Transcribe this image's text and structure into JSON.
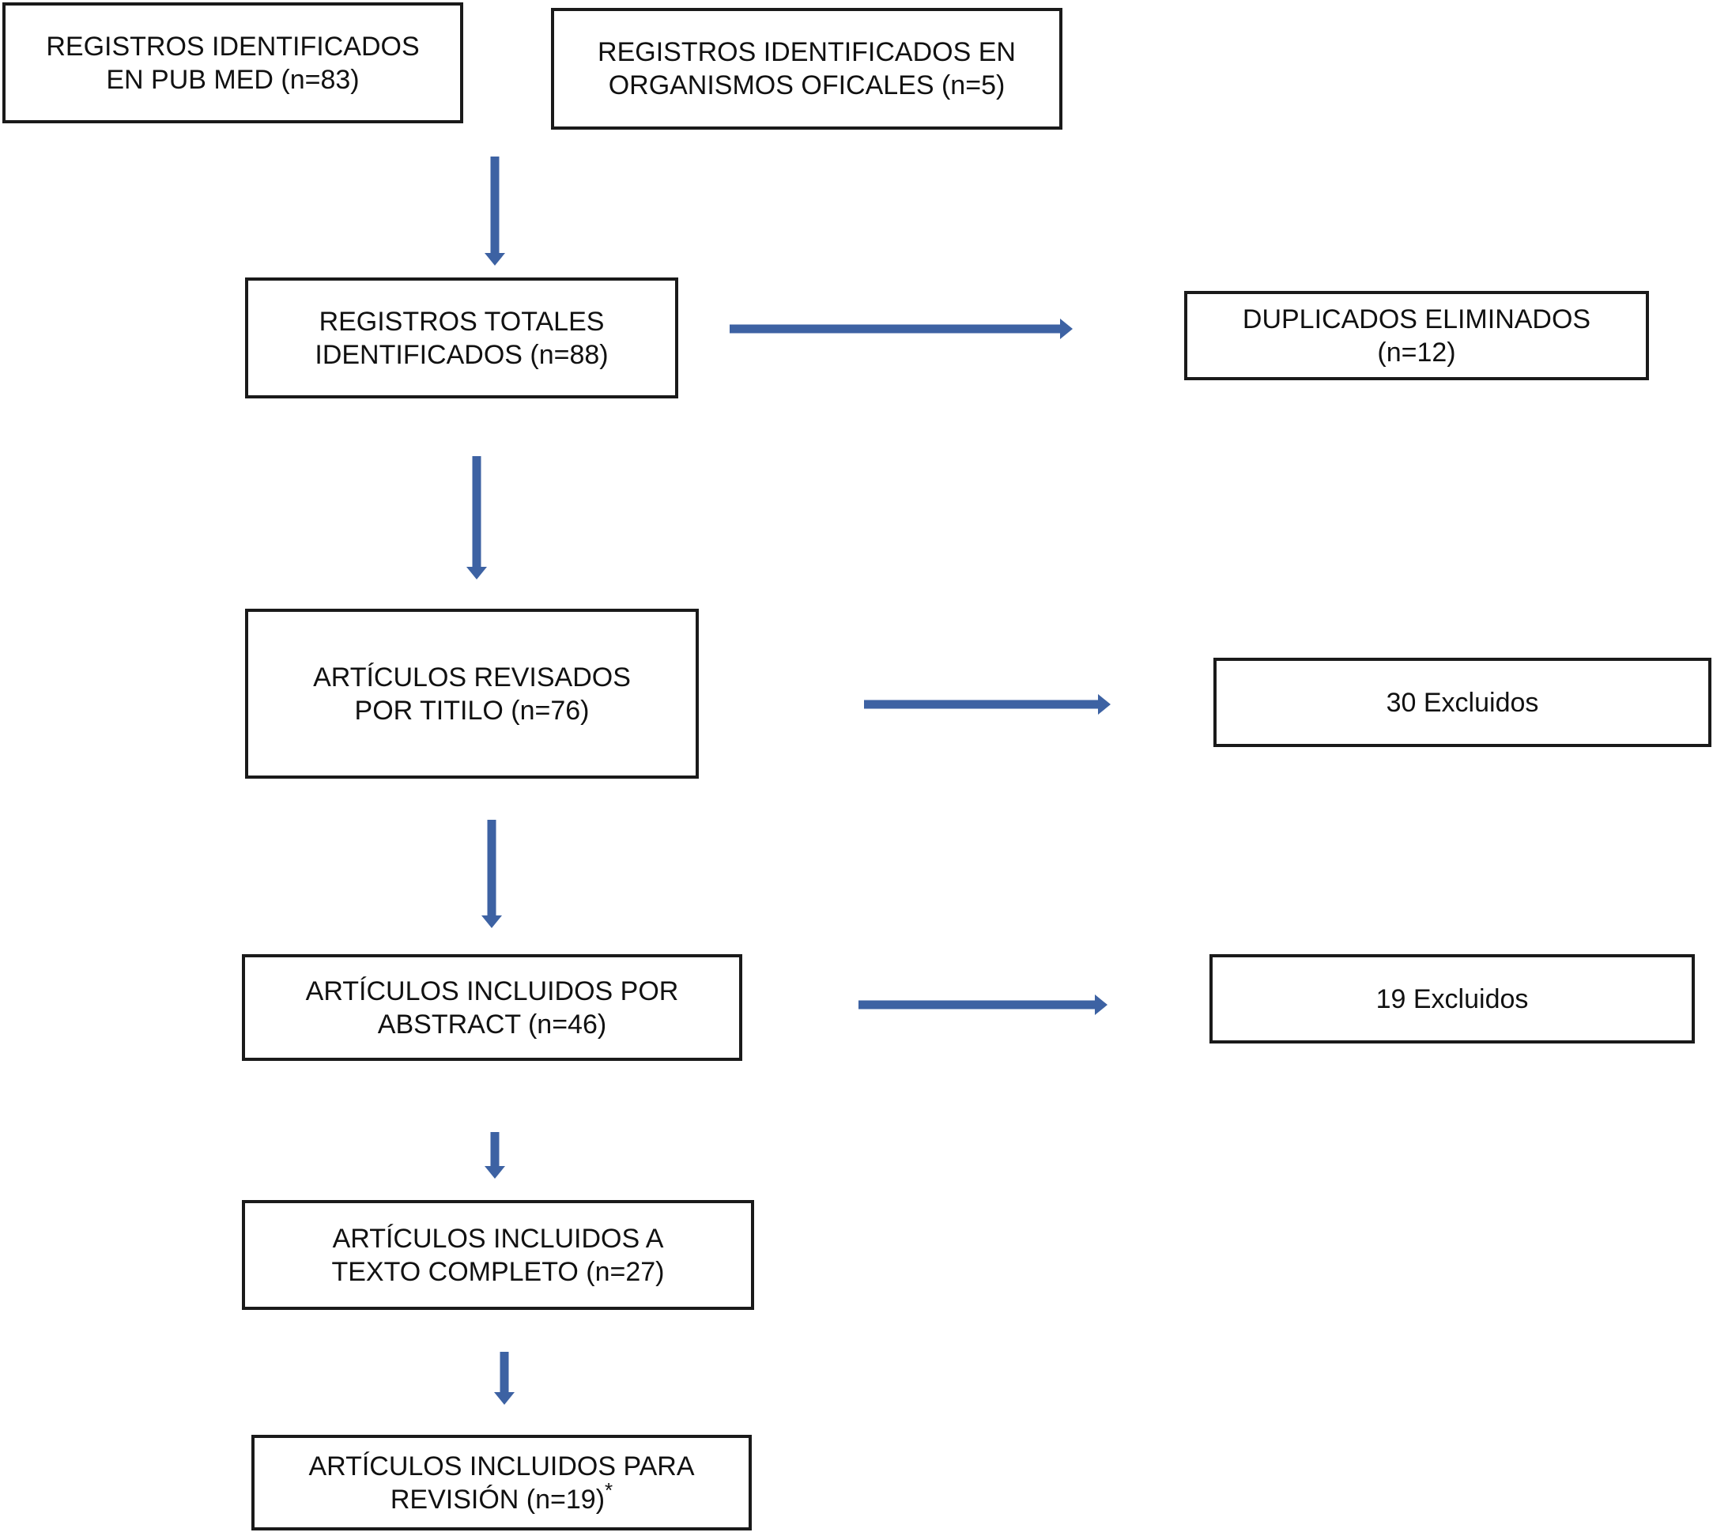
{
  "colors": {
    "arrow": "#3d62a3",
    "border": "#1a1a1a",
    "text": "#111111"
  },
  "boxes": {
    "pubmed": {
      "line1": "REGISTROS IDENTIFICADOS",
      "line2": "EN PUB MED (n=83)"
    },
    "oficiales": {
      "line1": "REGISTROS IDENTIFICADOS EN",
      "line2": "ORGANISMOS OFICALES (n=5)"
    },
    "totales": {
      "line1": "REGISTROS TOTALES",
      "line2": "IDENTIFICADOS (n=88)"
    },
    "duplicados": {
      "line1": "DUPLICADOS ELIMINADOS",
      "line2": "(n=12)"
    },
    "titulo": {
      "line1": "ARTÍCULOS REVISADOS",
      "line2": "POR TITILO (n=76)"
    },
    "excluidos30": {
      "line1": "30 Excluidos"
    },
    "abstract": {
      "line1": "ARTÍCULOS INCLUIDOS POR",
      "line2": "ABSTRACT (n=46)"
    },
    "excluidos19": {
      "line1": "19 Excluidos"
    },
    "texto": {
      "line1": "ARTÍCULOS INCLUIDOS A",
      "line2": "TEXTO COMPLETO (n=27)"
    },
    "revision": {
      "line1": "ARTÍCULOS INCLUIDOS PARA",
      "line2": "REVISIÓN (n=19)",
      "footnote_mark": "*"
    }
  }
}
